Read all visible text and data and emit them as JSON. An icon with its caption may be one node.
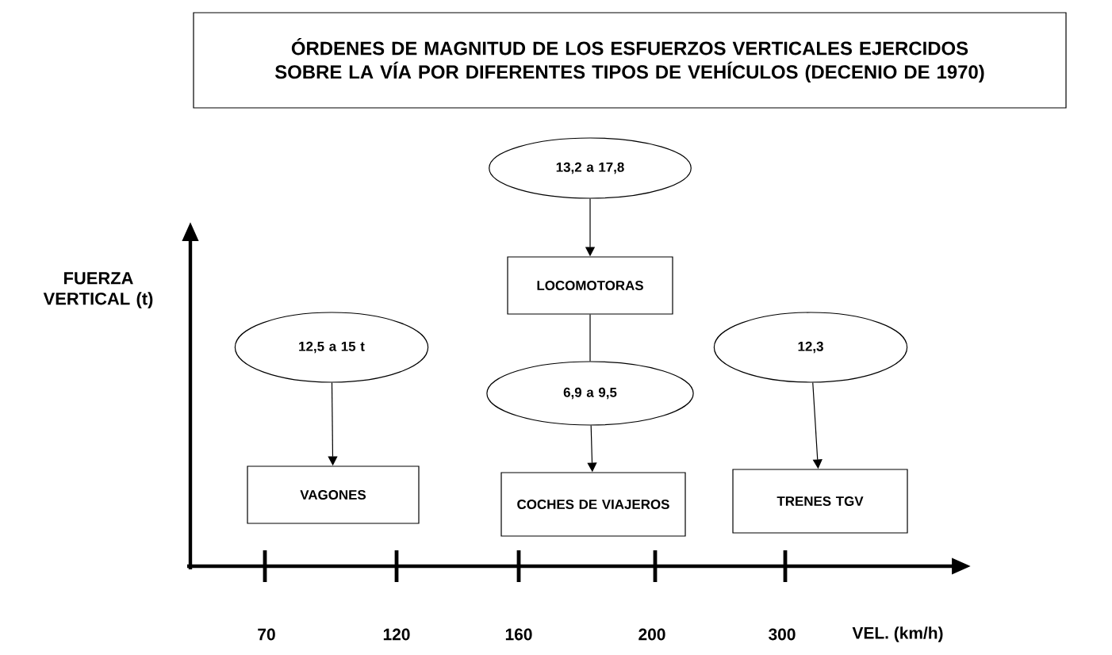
{
  "diagram": {
    "title": "ÓRDENES DE MAGNITUD DE LOS ESFUERZOS VERTICALES EJERCIDOS SOBRE LA VÍA POR DIFERENTES TIPOS DE VEHÍCULOS (DECENIO DE 1970)",
    "nodes": [
      {
        "text": [
          "13,2 a 17,8"
        ]
      },
      {
        "text": [
          "LOCOMOTORAS"
        ]
      },
      {
        "text": [
          "12,5 a 15 t"
        ]
      },
      {
        "text": [
          "6,9 a 9,5"
        ]
      },
      {
        "text": [
          "12,3"
        ]
      },
      {
        "text": [
          "VAGONES"
        ]
      },
      {
        "text": [
          "COCHES DE VIAJEROS"
        ]
      },
      {
        "text": [
          "TRENES TGV"
        ]
      }
    ],
    "edges": [
      {
        "from": 0,
        "to": 1,
        "arrow": "to"
      },
      {
        "from": 1,
        "to": 3,
        "arrow": "none"
      },
      {
        "from": 3,
        "to": 6,
        "arrow": "to"
      },
      {
        "from": 2,
        "to": 5,
        "arrow": "to"
      },
      {
        "from": 4,
        "to": 7,
        "arrow": "to"
      }
    ],
    "labels": [
      "FUERZA VERTICAL (t)",
      "70",
      "120",
      "160",
      "200",
      "300",
      "VEL. (km/h)"
    ]
  }
}
